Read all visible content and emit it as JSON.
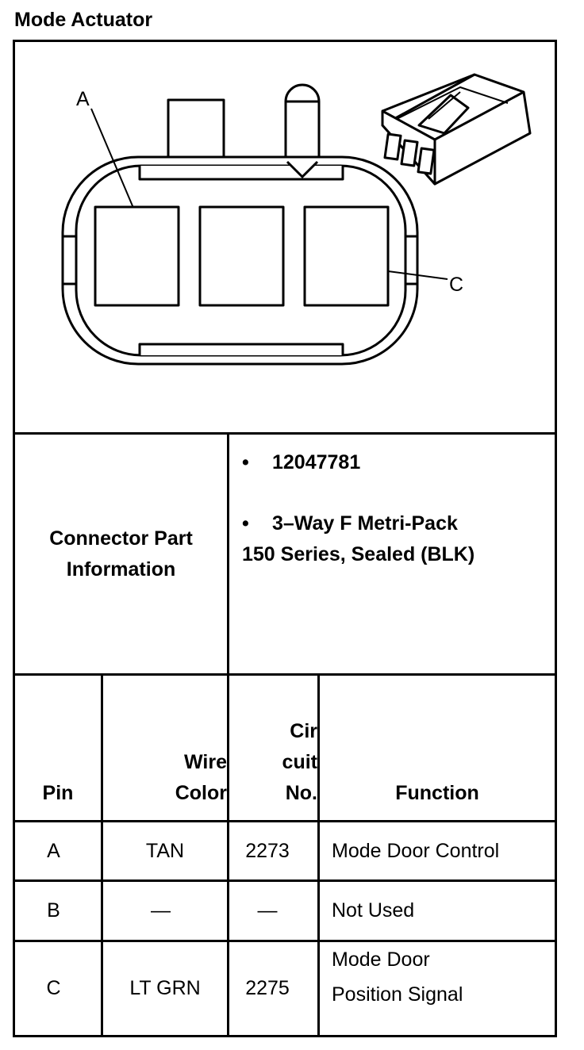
{
  "title": "Mode Actuator",
  "diagram": {
    "label_a": "A",
    "label_c": "C"
  },
  "part_info": {
    "label_line1": "Connector Part",
    "label_line2": "Information",
    "bullet": "•",
    "part_number": "12047781",
    "connector_line1": "3–Way F Metri-Pack",
    "connector_line2": "150 Series, Sealed (BLK)"
  },
  "pin_table": {
    "headers": {
      "pin": "Pin",
      "wire_line1": "Wire",
      "wire_line2": "Color",
      "circuit_line1": "Cir",
      "circuit_line2": "cuit",
      "circuit_line3": "No.",
      "function": "Function"
    },
    "rows": [
      {
        "pin": "A",
        "wire_color": "TAN",
        "circuit": "2273",
        "function_line1": "Mode Door Control",
        "function_line2": ""
      },
      {
        "pin": "B",
        "wire_color": "—",
        "circuit": "—",
        "function_line1": "Not Used",
        "function_line2": ""
      },
      {
        "pin": "C",
        "wire_color": "LT GRN",
        "circuit": "2275",
        "function_line1": "Mode Door",
        "function_line2": "Position Signal"
      }
    ]
  }
}
